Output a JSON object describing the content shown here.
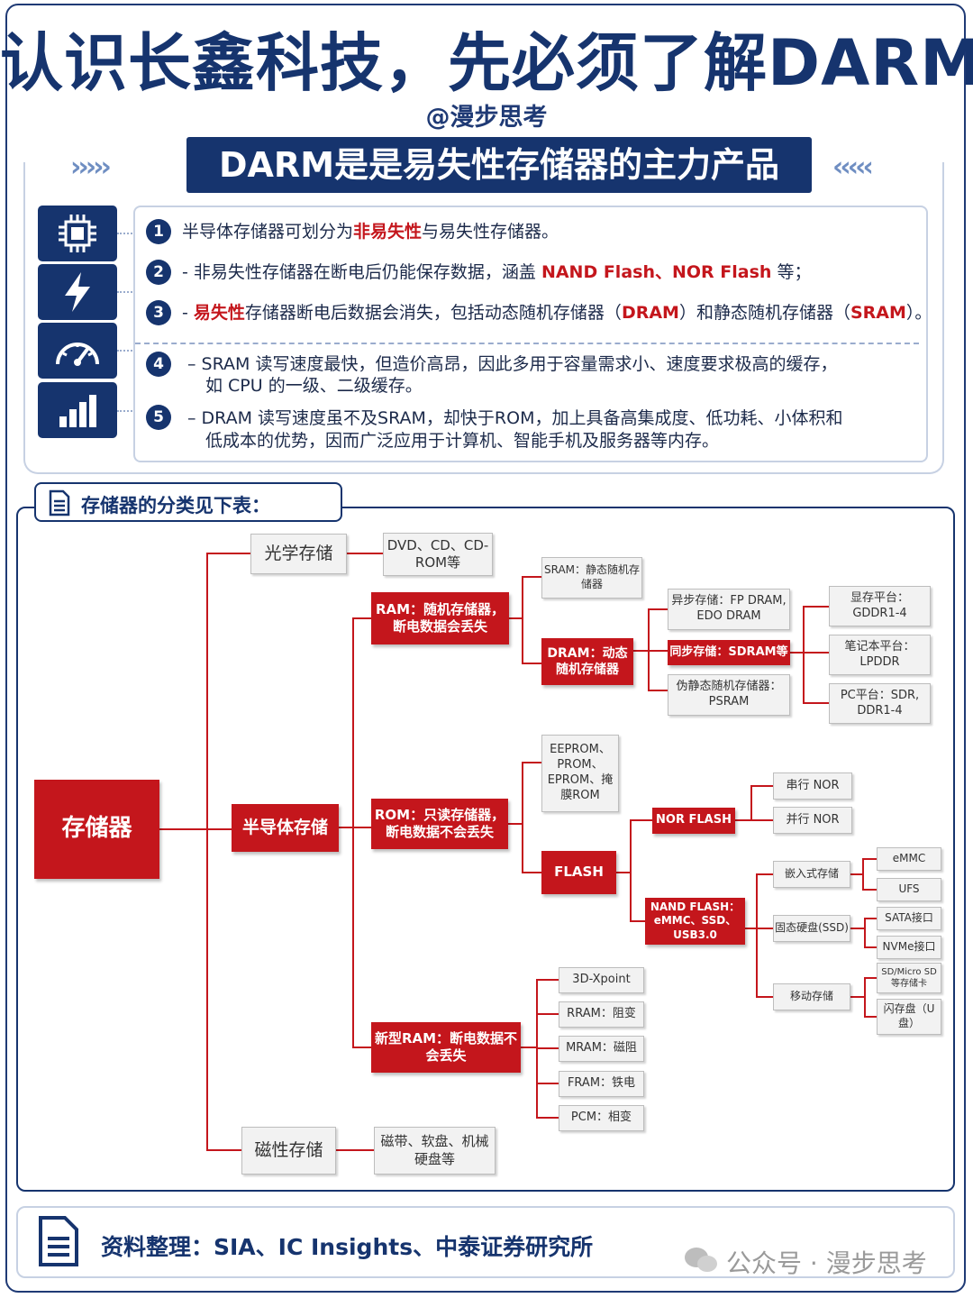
{
  "header": {
    "title": "认识长鑫科技，先必须了解DARM",
    "author": "@漫步思考",
    "arrows_left": "›››››",
    "arrows_right": "‹‹‹‹‹",
    "banner": "DARM是是易失性存储器的主力产品"
  },
  "icons": [
    "chip-icon",
    "lightning-icon",
    "speedometer-icon",
    "bar-chart-icon"
  ],
  "points": [
    {
      "num": "1",
      "pre": "半导体存储器可划分为",
      "hl": "非易失性",
      "post": "与易失性存储器。"
    },
    {
      "num": "2",
      "pre": "- 非易失性存储器在断电后仍能保存数据，涵盖 ",
      "hl": "NAND Flash、NOR Flash",
      "post": " 等；"
    },
    {
      "num": "3",
      "pre": "- ",
      "hl": "易失性",
      "mid": "存储器断电后数据会消失，包括动态随机存储器（",
      "hl2": "DRAM",
      "mid2": "）和静态随机存储器（",
      "hl3": "SRAM",
      "post": "）。"
    },
    {
      "num": "4",
      "line1": "–  SRAM 读写速度最快，但造价高昂，因此多用于容量需求小、速度要求极高的缓存，",
      "line2": "如 CPU 的一级、二级缓存。"
    },
    {
      "num": "5",
      "line1": "–  DRAM 读写速度虽不及SRAM，却快于ROM，加上具备高集成度、低功耗、小体积和",
      "line2": "低成本的优势，因而广泛应用于计算机、智能手机及服务器等内存。"
    }
  ],
  "section_label": "存储器的分类见下表：",
  "tree": {
    "root": "存储器",
    "optical": "光学存储",
    "optical_items": "DVD、CD、CD-ROM等",
    "semi": "半导体存储",
    "magnetic": "磁性存储",
    "magnetic_items": "磁带、软盘、机械硬盘等",
    "ram": "RAM：随机存储器，断电数据会丢失",
    "rom": "ROM：只读存储器，断电数据不会丢失",
    "new_ram": "新型RAM：断电数据不会丢失",
    "sram": "SRAM：静态随机存储器",
    "dram": "DRAM：动态随机存储器",
    "async": "异步存储：FP DRAM, EDO DRAM",
    "sync": "同步存储：SDRAM等",
    "psram": "伪静态随机存储器：PSRAM",
    "gpu_platform": "显存平台：GDDR1-4",
    "laptop_platform": "笔记本平台：LPDDR",
    "pc_platform": "PC平台：SDR, DDR1-4",
    "eeprom": "EEPROM、PROM、EPROM、掩膜ROM",
    "flash": "FLASH",
    "nor_flash": "NOR FLASH",
    "serial_nor": "串行 NOR",
    "parallel_nor": "并行 NOR",
    "nand_flash": "NAND FLASH：eMMC、SSD、USB3.0",
    "embedded": "嵌入式存储",
    "ssd": "固态硬盘(SSD)",
    "mobile": "移动存储",
    "emmc": "eMMC",
    "ufs": "UFS",
    "sata": "SATA接口",
    "nvme": "NVMe接口",
    "sd": "SD/Micro SD等存储卡",
    "usb": "闪存盘（U盘）",
    "xpoint": "3D-Xpoint",
    "rram": "RRAM：阻变",
    "mram": "MRAM：磁阻",
    "fram": "FRAM：铁电",
    "pcm": "PCM：相变"
  },
  "footer": {
    "source": "资料整理：SIA、IC Insights、中泰证券研究所",
    "watermark": "公众号 · 漫步思考"
  },
  "colors": {
    "navy": "#16346e",
    "red": "#c4161c",
    "grey_node": "#f2f2f2"
  }
}
